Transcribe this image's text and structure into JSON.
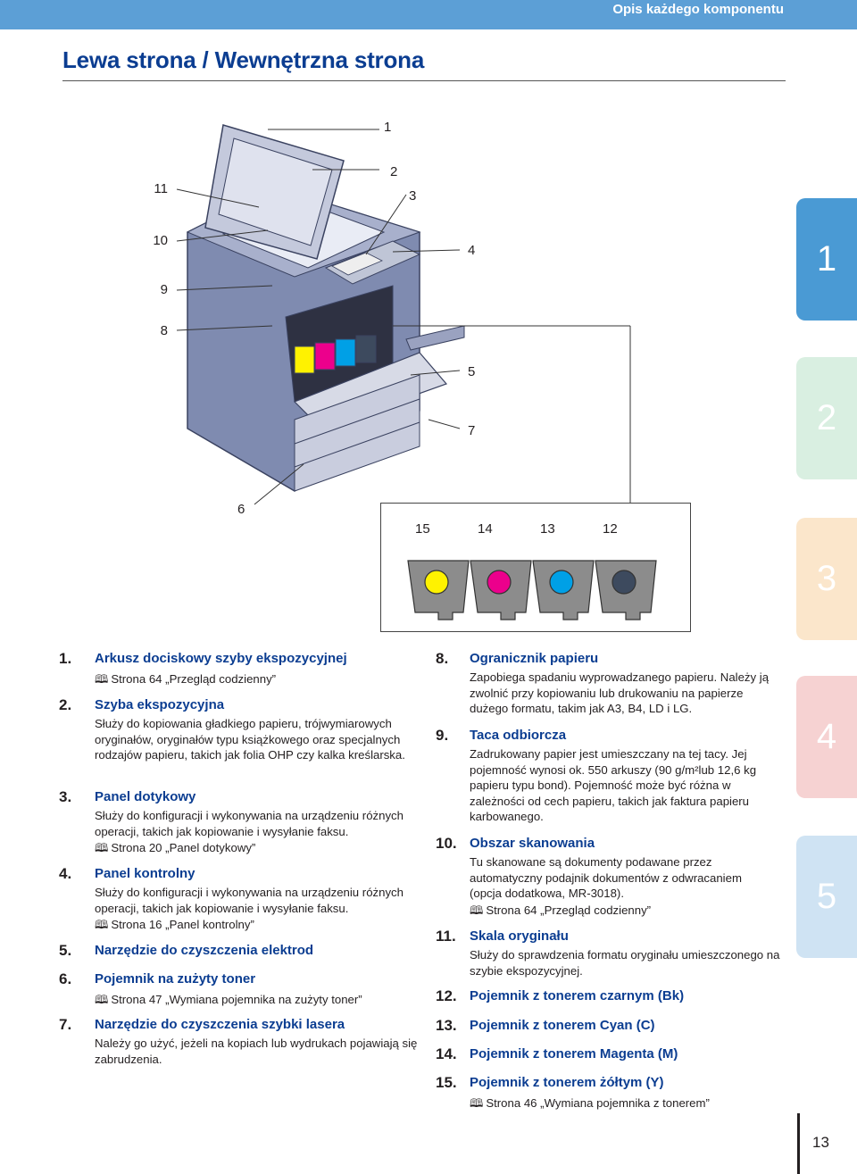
{
  "header": {
    "section": "Opis każdego komponentu"
  },
  "title": "Lewa strona / Wewnętrzna strona",
  "side_tabs": [
    {
      "label": "1",
      "color": "#4a9ad4"
    },
    {
      "label": "2",
      "color": "#d9efe1"
    },
    {
      "label": "3",
      "color": "#fbe6cb"
    },
    {
      "label": "4",
      "color": "#f6d2d2"
    },
    {
      "label": "5",
      "color": "#cfe3f3"
    }
  ],
  "diagram": {
    "callouts_left": [
      "11",
      "10",
      "9",
      "8",
      "6"
    ],
    "callouts_right": [
      "1",
      "2",
      "3",
      "4",
      "5",
      "7"
    ],
    "toner_callouts": [
      "15",
      "14",
      "13",
      "12"
    ],
    "toner_colors": [
      "#fff200",
      "#ec008c",
      "#00a0e6",
      "#3d4a5e"
    ]
  },
  "items_left": [
    {
      "num": "1.",
      "title": "Arkusz dociskowy szyby ekspozycyjnej",
      "desc": "",
      "ref": "Strona 64 „Przegląd codzienny”"
    },
    {
      "num": "2.",
      "title": "Szyba ekspozycyjna",
      "desc": "Służy do kopiowania gładkiego papieru, trójwymiarowych oryginałów, oryginałów typu książkowego oraz specjalnych rodzajów papieru, takich jak folia OHP czy kalka kreślarska.",
      "ref": ""
    },
    {
      "num": "3.",
      "title": "Panel dotykowy",
      "desc": "Służy do konfiguracji i wykonywania na urządzeniu różnych operacji, takich jak kopiowanie i wysyłanie faksu.",
      "ref": "Strona 20 „Panel dotykowy”"
    },
    {
      "num": "4.",
      "title": "Panel kontrolny",
      "desc": "Służy do konfiguracji i wykonywania na urządzeniu różnych operacji, takich jak kopiowanie i wysyłanie faksu.",
      "ref": "Strona 16 „Panel kontrolny”"
    },
    {
      "num": "5.",
      "title": "Narzędzie do czyszczenia elektrod",
      "desc": "",
      "ref": ""
    },
    {
      "num": "6.",
      "title": "Pojemnik na zużyty toner",
      "desc": "",
      "ref": "Strona 47 „Wymiana pojemnika na zużyty toner”"
    },
    {
      "num": "7.",
      "title": "Narzędzie do czyszczenia szybki lasera",
      "desc": "Należy go użyć, jeżeli na kopiach lub wydrukach pojawiają się zabrudzenia.",
      "ref": ""
    }
  ],
  "items_right": [
    {
      "num": "8.",
      "title": "Ogranicznik papieru",
      "desc": "Zapobiega spadaniu wyprowadzanego papieru. Należy ją zwolnić przy kopiowaniu lub drukowaniu na papierze dużego formatu, takim jak A3, B4, LD i LG.",
      "ref": ""
    },
    {
      "num": "9.",
      "title": "Taca odbiorcza",
      "desc": "Zadrukowany papier jest umieszczany na tej tacy. Jej pojemność wynosi ok. 550 arkuszy (90 g/m²lub 12,6 kg papieru typu bond). Pojemność może być różna w zależności od cech papieru, takich jak faktura papieru karbowanego.",
      "ref": ""
    },
    {
      "num": "10.",
      "title": "Obszar skanowania",
      "desc": "Tu skanowane są dokumenty podawane przez automatyczny podajnik dokumentów z odwracaniem (opcja dodatkowa, MR-3018).",
      "ref": "Strona 64 „Przegląd codzienny”"
    },
    {
      "num": "11.",
      "title": "Skala oryginału",
      "desc": "Służy do sprawdzenia formatu oryginału umieszczonego na szybie ekspozycyjnej.",
      "ref": ""
    },
    {
      "num": "12.",
      "title": "Pojemnik z tonerem czarnym (Bk)",
      "desc": "",
      "ref": ""
    },
    {
      "num": "13.",
      "title": "Pojemnik z tonerem Cyan (C)",
      "desc": "",
      "ref": ""
    },
    {
      "num": "14.",
      "title": "Pojemnik z tonerem Magenta (M)",
      "desc": "",
      "ref": ""
    },
    {
      "num": "15.",
      "title": "Pojemnik z tonerem żółtym (Y)",
      "desc": "",
      "ref": "Strona 46 „Wymiana pojemnika z tonerem”"
    }
  ],
  "book_icon_glyph": "🕮",
  "page_number": "13"
}
